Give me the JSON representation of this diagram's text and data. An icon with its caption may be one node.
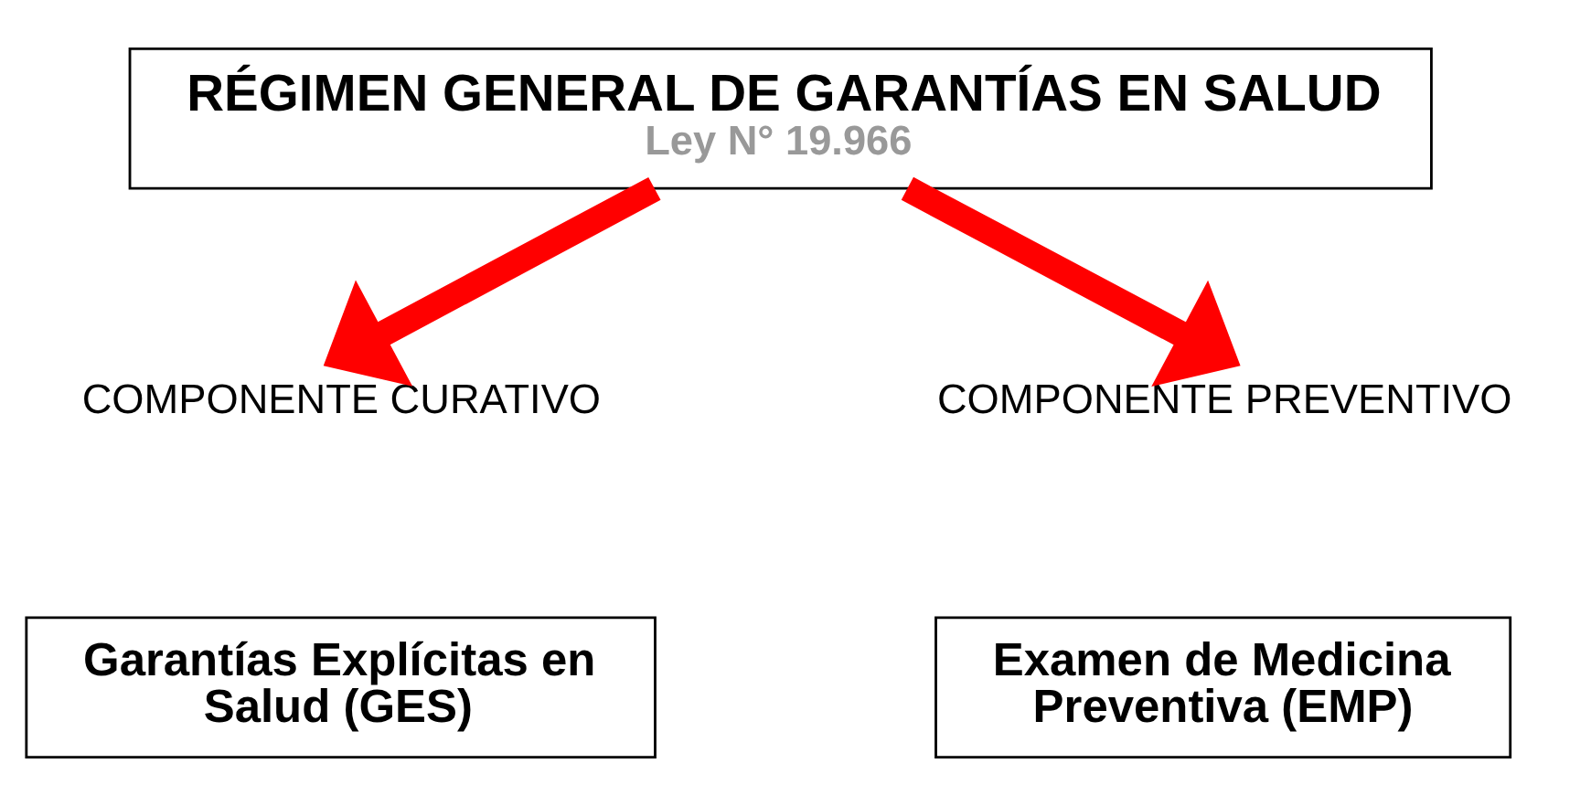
{
  "diagram": {
    "nodes": [
      {
        "text": [
          "RÉGIMEN GENERAL DE GARANTÍAS EN SALUD",
          "Ley N° 19.966"
        ]
      },
      {
        "text": [
          "COMPONENTE CURATIVO"
        ]
      },
      {
        "text": [
          "COMPONENTE PREVENTIVO"
        ]
      },
      {
        "text": [
          "Garantías Explícitas en Salud (GES)"
        ]
      },
      {
        "text": [
          "Examen de Medicina Preventiva (EMP)"
        ]
      }
    ],
    "edges": [
      {
        "from": 0,
        "to": 1,
        "arrow": "to"
      },
      {
        "from": 0,
        "to": 2,
        "arrow": "to"
      }
    ]
  }
}
